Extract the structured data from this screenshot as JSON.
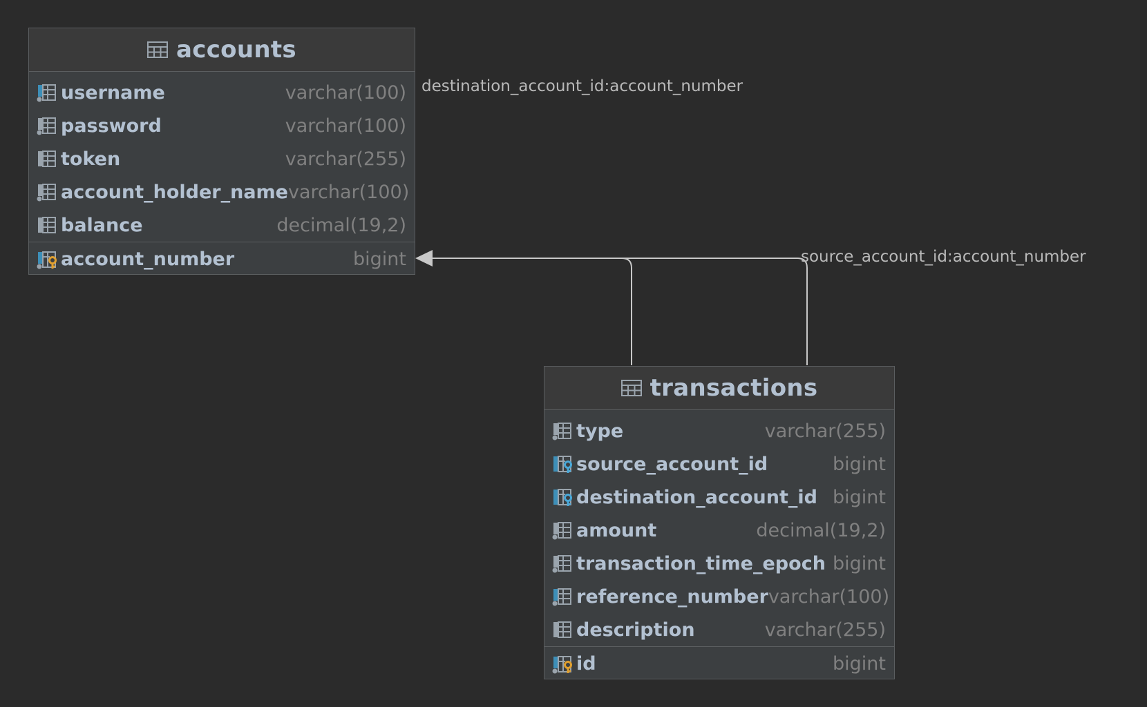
{
  "colors": {
    "background": "#2b2b2b",
    "table_body": "#3c3f41",
    "column_name": "#b3c1d1",
    "column_type": "#808080",
    "connector": "#c8c8c8",
    "pk_key": "#e0a030",
    "fk_key": "#4aa8d8",
    "marker_blue": "#3d8fb8"
  },
  "tables": {
    "accounts": {
      "name": "accounts",
      "columns": [
        {
          "name": "username",
          "type": "varchar(100)",
          "icon": "column-icon"
        },
        {
          "name": "password",
          "type": "varchar(100)",
          "icon": "column-icon"
        },
        {
          "name": "token",
          "type": "varchar(255)",
          "icon": "column-icon"
        },
        {
          "name": "account_holder_name",
          "type": "varchar(100)",
          "icon": "column-icon"
        },
        {
          "name": "balance",
          "type": "decimal(19,2)",
          "icon": "column-icon"
        }
      ],
      "primary_key": {
        "name": "account_number",
        "type": "bigint",
        "icon": "primary-key-icon"
      }
    },
    "transactions": {
      "name": "transactions",
      "columns": [
        {
          "name": "type",
          "type": "varchar(255)",
          "icon": "column-icon"
        },
        {
          "name": "source_account_id",
          "type": "bigint",
          "icon": "foreign-key-icon"
        },
        {
          "name": "destination_account_id",
          "type": "bigint",
          "icon": "foreign-key-icon"
        },
        {
          "name": "amount",
          "type": "decimal(19,2)",
          "icon": "column-icon"
        },
        {
          "name": "transaction_time_epoch",
          "type": "bigint",
          "icon": "column-icon"
        },
        {
          "name": "reference_number",
          "type": "varchar(100)",
          "icon": "column-icon"
        },
        {
          "name": "description",
          "type": "varchar(255)",
          "icon": "column-icon"
        }
      ],
      "primary_key": {
        "name": "id",
        "type": "bigint",
        "icon": "primary-key-icon"
      }
    }
  },
  "relations": [
    {
      "label": "destination_account_id:account_number",
      "from": "transactions.destination_account_id",
      "to": "accounts.account_number"
    },
    {
      "label": "source_account_id:account_number",
      "from": "transactions.source_account_id",
      "to": "accounts.account_number"
    }
  ]
}
